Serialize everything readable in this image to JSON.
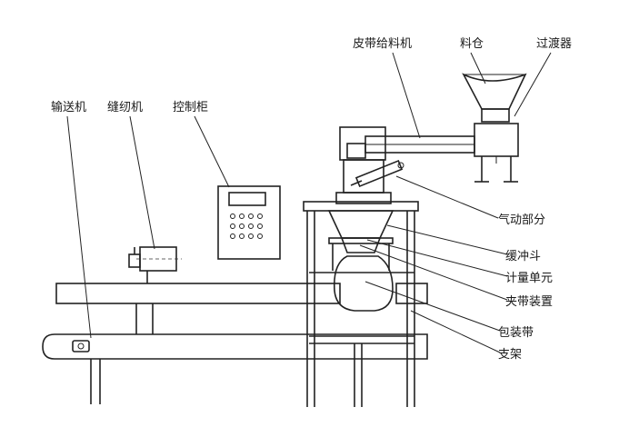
{
  "labels": {
    "conveyor": "输送机",
    "sewing_machine": "缝纫机",
    "control_cabinet": "控制柜",
    "belt_feeder": "皮带给料机",
    "hopper": "料仓",
    "transition": "过渡器",
    "pneumatic_part": "气动部分",
    "buffer_hopper": "缓冲斗",
    "weighing_unit": "计量单元",
    "bag_clamp": "夹带装置",
    "packing_bag": "包装带",
    "frame": "支架"
  }
}
